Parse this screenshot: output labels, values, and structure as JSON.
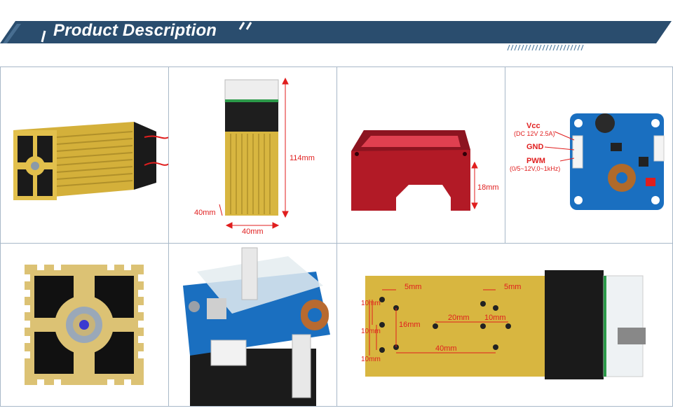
{
  "banner": {
    "title": "Product Description"
  },
  "dims": {
    "height": "114mm",
    "width": "40mm",
    "depth": "40mm",
    "mount_height": "18mm"
  },
  "driver_labels": {
    "vcc": "Vcc",
    "vcc_note": "(DC 12V 2.5A)",
    "gnd": "GND",
    "pwm": "PWM",
    "pwm_note": "(0/5~12V,0~1kHz)"
  },
  "hole_dims": {
    "top_left_5": "5mm",
    "top_right_5": "5mm",
    "left_10a": "10mm",
    "left_10b": "10mm",
    "left_10c": "10mm",
    "mid_16": "16mm",
    "h_20": "20mm",
    "h_10": "10mm",
    "h_40": "40mm"
  },
  "colors": {
    "banner": "#2a4d6e",
    "accent_red": "#e01e1e",
    "gold": "#d8b640"
  }
}
